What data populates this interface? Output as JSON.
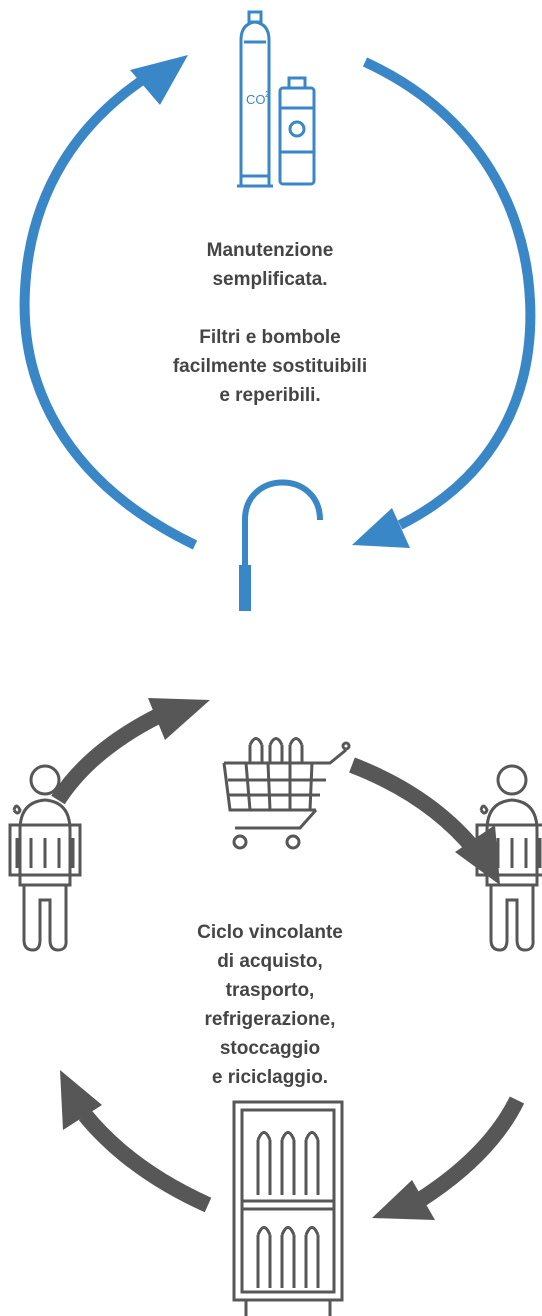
{
  "top": {
    "accent": "#3a87c8",
    "cylinder_label": "CO",
    "cylinder_label_sup": "2",
    "lines1": [
      "Manutenzione",
      "semplificata."
    ],
    "lines2": [
      "Filtri e bombole",
      "facilmente sostituibili",
      "e reperibili."
    ],
    "text_color": "#454545",
    "icons": [
      "co2-cylinder-icon",
      "water-filter-icon",
      "faucet-icon"
    ]
  },
  "bottom": {
    "accent": "#575757",
    "lines": [
      "Ciclo vincolante",
      "di acquisto,",
      "trasporto,",
      "refrigerazione,",
      "stoccaggio",
      "e riciclaggio."
    ],
    "text_color": "#454545",
    "icons": [
      "shopping-cart-icon",
      "person-carrying-bottles-icon",
      "fridge-icon"
    ]
  }
}
